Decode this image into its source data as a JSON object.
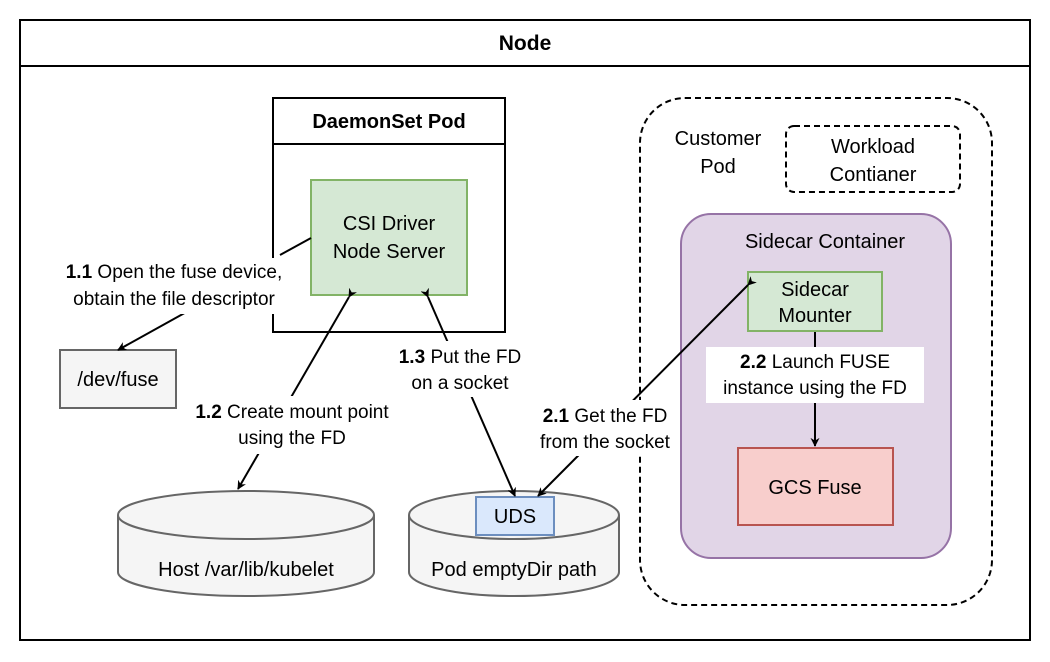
{
  "node": {
    "title": "Node"
  },
  "daemonset": {
    "title": "DaemonSet Pod",
    "csi_driver": {
      "line1": "CSI Driver",
      "line2": "Node Server"
    }
  },
  "customer_pod": {
    "label_line1": "Customer",
    "label_line2": "Pod",
    "workload": {
      "line1": "Workload",
      "line2": "Contianer"
    },
    "sidecar": {
      "title": "Sidecar Container",
      "mounter": {
        "line1": "Sidecar",
        "line2": "Mounter"
      },
      "gcs_fuse": "GCS Fuse"
    }
  },
  "dev_fuse": "/dev/fuse",
  "host_path": "Host /var/lib/kubelet",
  "pod_emptydir": "Pod emptyDir path",
  "uds": "UDS",
  "steps": {
    "s1_1": {
      "num": "1.1",
      "line1": "Open the fuse device,",
      "line2": "obtain the file descriptor"
    },
    "s1_2": {
      "num": "1.2",
      "line1": "Create mount point",
      "line2": "using the FD"
    },
    "s1_3": {
      "num": "1.3",
      "line1": "Put the FD",
      "line2": "on a socket"
    },
    "s2_1": {
      "num": "2.1",
      "line1": "Get the FD",
      "line2": "from the socket"
    },
    "s2_2": {
      "num": "2.2",
      "line1": "Launch FUSE",
      "line2": "instance using the FD"
    }
  },
  "colors": {
    "green_fill": "#d5e8d4",
    "green_stroke": "#82b366",
    "purple_fill": "#e1d5e7",
    "purple_stroke": "#9673a6",
    "red_fill": "#f8cecc",
    "red_stroke": "#b85450",
    "blue_fill": "#dae8fc",
    "blue_stroke": "#6c8ebf",
    "grey_fill": "#f5f5f5",
    "grey_stroke": "#666666"
  }
}
